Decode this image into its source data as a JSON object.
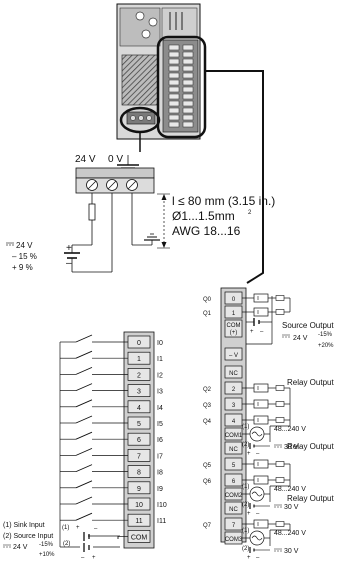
{
  "colors": {
    "terminal_fill": "#c9c9c9",
    "module_fill": "#d9d9d9",
    "dark": "#2b2b2b",
    "line": "#111111"
  },
  "power_connector": {
    "v24": "24 V",
    "v0": "0 V"
  },
  "wiring_spec": {
    "length": "l ≤ 80 mm (3.15 in.)",
    "section": "Ø1...1.5mm",
    "section_sup": "2",
    "awg": "AWG 18...16"
  },
  "supply": {
    "voltage": "24 V",
    "minus": "– 15 %",
    "plus": "+ 9 %",
    "plus_sign": "+",
    "minus_sign": "–"
  },
  "inputs": {
    "terminals": [
      "0",
      "1",
      "2",
      "3",
      "4",
      "5",
      "6",
      "7",
      "8",
      "9",
      "10",
      "11",
      "COM"
    ],
    "labels": [
      "I0",
      "I1",
      "I2",
      "I3",
      "I4",
      "I5",
      "I6",
      "I7",
      "I8",
      "I9",
      "I10",
      "I11"
    ]
  },
  "input_supply": {
    "note1": "(1) Sink Input",
    "note2": "(2) Source Input",
    "m1": "(1)",
    "m2": "(2)",
    "plus": "+",
    "minus": "–",
    "voltage": "24 V",
    "tol_minus": "-15%",
    "tol_plus": "+10%"
  },
  "outputs": {
    "q_labels": [
      "Q0",
      "Q1",
      "Q2",
      "Q3",
      "Q4",
      "Q5",
      "Q6",
      "Q7"
    ],
    "terminals": [
      "0",
      "1",
      "COM",
      "(+)",
      "– V",
      "NC",
      "2",
      "3",
      "4",
      "COM1",
      "NC",
      "5",
      "6",
      "COM2",
      "NC",
      "7",
      "COM3"
    ],
    "source_output": "Source Output",
    "source_voltage": "24 V",
    "source_tol_minus": "-15%",
    "source_tol_plus": "+20%",
    "relay_output": "Relay Output",
    "ac_voltage": "48...240 V",
    "dc_voltage": "30 V",
    "m1": "(1)",
    "m2": "(2)",
    "plus": "+",
    "minus": "–"
  }
}
